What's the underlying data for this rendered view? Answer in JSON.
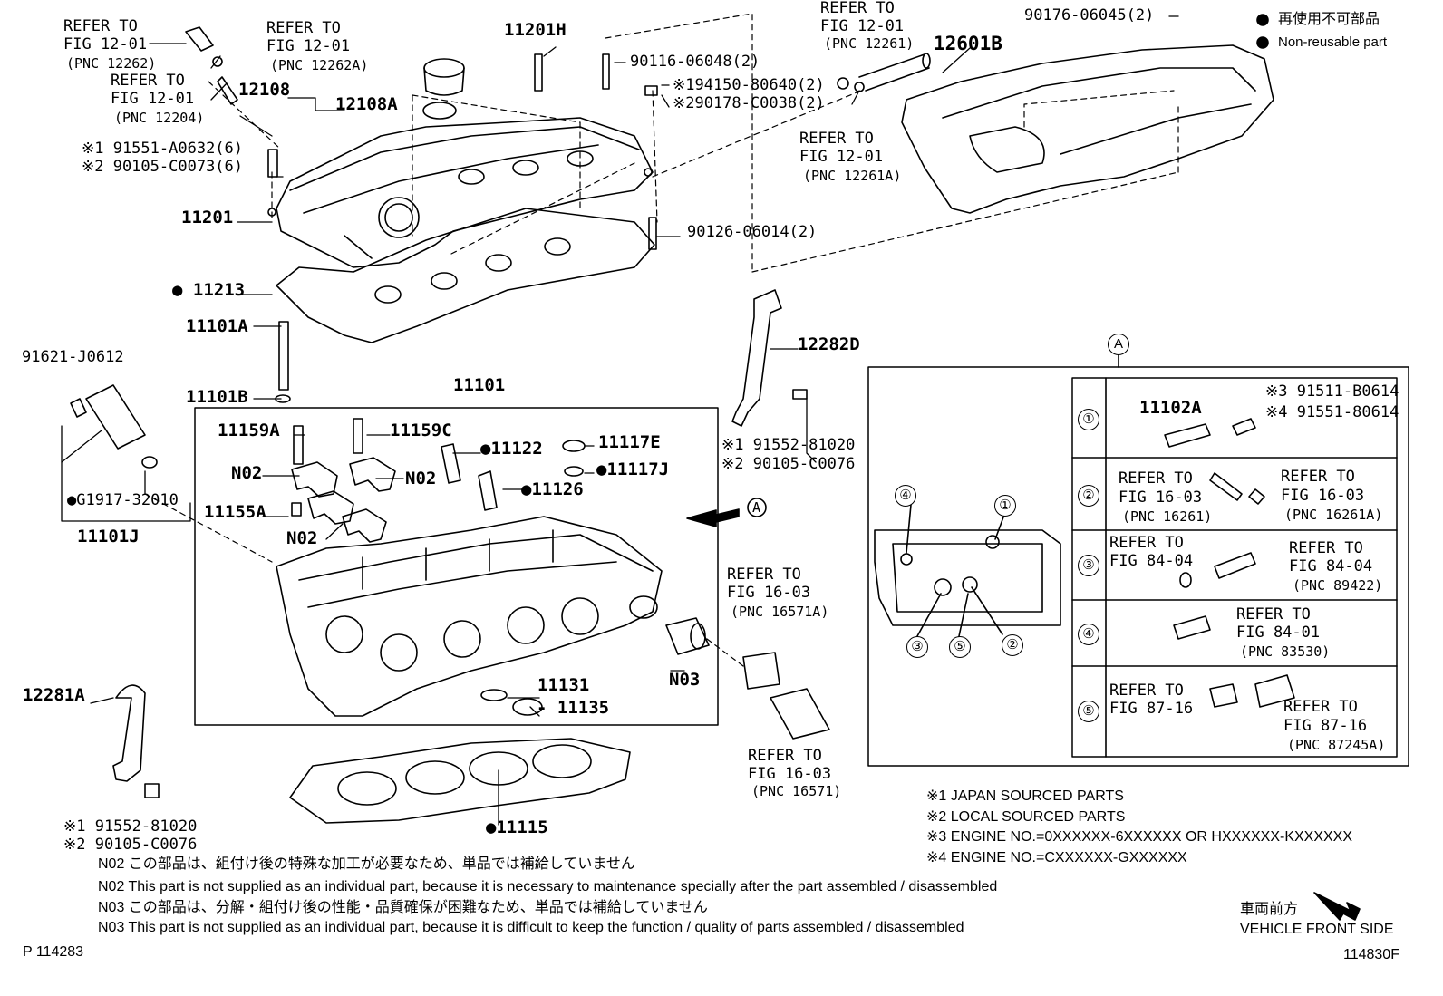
{
  "legend": {
    "jp": "再使用不可部品",
    "en": "Non-reusable part"
  },
  "callouts": {
    "ref_12262": [
      "REFER TO",
      "FIG 12-01",
      "(PNC 12262)"
    ],
    "ref_12262a": [
      "REFER TO",
      "FIG 12-01",
      "(PNC 12262A)"
    ],
    "ref_12204": [
      "REFER TO",
      "FIG 12-01",
      "(PNC 12204)"
    ],
    "ref_12261": [
      "REFER TO",
      "FIG 12-01",
      "(PNC 12261)"
    ],
    "ref_12261a": [
      "REFER TO",
      "FIG 12-01",
      "(PNC 12261A)"
    ],
    "ref_16571a": [
      "REFER TO",
      "FIG 16-03",
      "(PNC 16571A)"
    ],
    "ref_16571": [
      "REFER TO",
      "FIG 16-03",
      "(PNC 16571)"
    ]
  },
  "parts": {
    "p11201h": "11201H",
    "p90116": "90116-06048(2)",
    "p194150": "※194150-80640(2)",
    "p290178": "※290178-C0038(2)",
    "p12601b": "12601B",
    "p90176": "90176-06045(2)",
    "p12108": "12108",
    "p12108a": "12108A",
    "p91551a": "※1 91551-A0632(6)",
    "p90105a": "※2 90105-C0073(6)",
    "p11201": "11201",
    "p90126": "90126-06014(2)",
    "p11213": "11213",
    "p11101a": "11101A",
    "p12282d": "12282D",
    "p91621": "91621-J0612",
    "p11101b": "11101B",
    "p11101": "11101",
    "p91552r": "※1 91552-81020",
    "p90105r": "※2 90105-C0076",
    "p11159a": "11159A",
    "p11159c": "11159C",
    "p11122": "11122",
    "p11117e": "11117E",
    "p11117j": "11117J",
    "n02a": "N02",
    "n02b": "N02",
    "n02c": "N02",
    "p11126": "11126",
    "pg1917": "G1917-32010",
    "p11155a": "11155A",
    "p11101j": "11101J",
    "n03": "N03",
    "p11131": "11131",
    "p11135": "11135",
    "p12281a": "12281A",
    "p11115": "11115",
    "p91552l": "※1 91552-81020",
    "p90105l": "※2 90105-C0076",
    "view_a": "A"
  },
  "inset": {
    "title": "A",
    "rows": [
      {
        "num": "①",
        "part": "11102A",
        "a": "※3 91511-B0614",
        "b": "※4 91551-80614"
      },
      {
        "num": "②",
        "l1": "REFER TO",
        "l2": "FIG 16-03",
        "l3": "(PNC 16261)",
        "r1": "REFER TO",
        "r2": "FIG 16-03",
        "r3": "(PNC 16261A)"
      },
      {
        "num": "③",
        "l1": "REFER TO",
        "l2": "FIG 84-04",
        "r1": "REFER TO",
        "r2": "FIG 84-04",
        "r3": "(PNC 89422)"
      },
      {
        "num": "④",
        "r1": "REFER TO",
        "r2": "FIG 84-01",
        "r3": "(PNC 83530)"
      },
      {
        "num": "⑤",
        "l1": "REFER TO",
        "l2": "FIG 87-16",
        "r1": "REFER TO",
        "r2": "FIG 87-16",
        "r3": "(PNC 87245A)"
      }
    ],
    "head_nums": [
      "④",
      "①",
      "③",
      "⑤",
      "②"
    ]
  },
  "footnotes": [
    "※1 JAPAN SOURCED PARTS",
    "※2 LOCAL SOURCED PARTS",
    "※3 ENGINE NO.=0XXXXXX-6XXXXXX OR HXXXXXX-KXXXXXX",
    "※4 ENGINE NO.=CXXXXXX-GXXXXXX"
  ],
  "notes": [
    "N02 この部品は、組付け後の特殊な加工が必要なため、単品では補給していません",
    "N02 This part is not supplied as an individual part, because it is necessary to maintenance specially after the part assembled / disassembled",
    "N03 この部品は、分解・組付け後の性能・品質確保が困難なため、単品では補給していません",
    "N03 This part is not supplied as an individual part, because it is difficult to keep the function / quality of parts  assembled / disassembled"
  ],
  "front": {
    "jp": "車両前方",
    "en": "VEHICLE FRONT SIDE"
  },
  "page_left": "P 114283",
  "page_right": "114830F"
}
